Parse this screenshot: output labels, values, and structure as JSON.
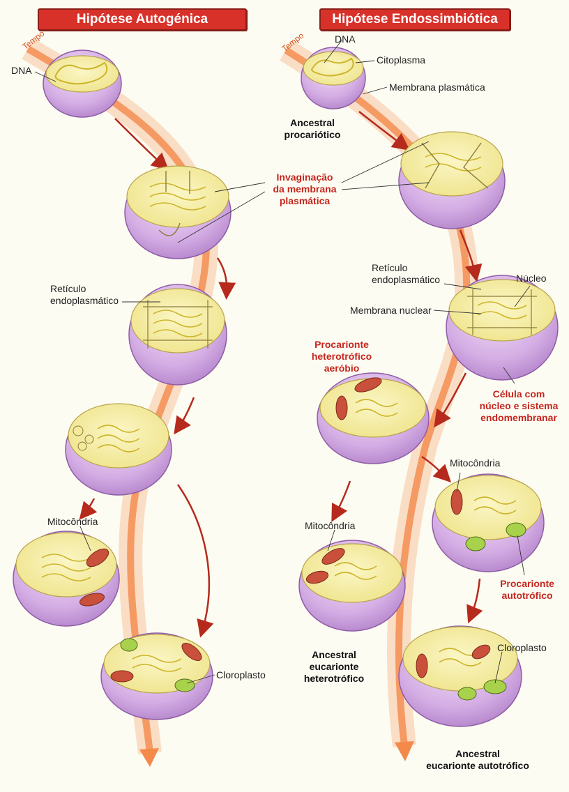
{
  "titles": {
    "left": "Hipótese Autogénica",
    "right": "Hipótese Endossimbiótica"
  },
  "labels": {
    "tempo_left": "Tempo",
    "tempo_right": "Tempo",
    "dna_left": "DNA",
    "dna_right": "DNA",
    "citoplasma": "Citoplasma",
    "membrana_plasmatica": "Membrana plasmática",
    "ancestral_procariotico_1": "Ancestral",
    "ancestral_procariotico_2": "procariótico",
    "invaginacao_1": "Invaginação",
    "invaginacao_2": "da membrana",
    "invaginacao_3": "plasmática",
    "reticulo_left_1": "Retículo",
    "reticulo_left_2": "endoplasmático",
    "reticulo_right_1": "Retículo",
    "reticulo_right_2": "endoplasmático",
    "nucleo": "Núcleo",
    "membrana_nuclear": "Membrana nuclear",
    "proc_hetero_1": "Procarionte",
    "proc_hetero_2": "heterotrófico",
    "proc_hetero_3": "aeróbio",
    "celula_nucleo_1": "Célula com",
    "celula_nucleo_2": "núcleo e sistema",
    "celula_nucleo_3": "endomembranar",
    "mitocondria_left": "Mitocôndria",
    "mitocondria_mid": "Mitocôndria",
    "mitocondria_right": "Mitocôndria",
    "proc_auto_1": "Procarionte",
    "proc_auto_2": "autotrófico",
    "cloroplasto_left": "Cloroplasto",
    "cloroplasto_right": "Cloroplasto",
    "euc_hetero_1": "Ancestral",
    "euc_hetero_2": "eucarionte",
    "euc_hetero_3": "heterotrófico",
    "euc_auto_1": "Ancestral",
    "euc_auto_2": "eucarionte autotrófico"
  },
  "colors": {
    "title_bg": "#d8312a",
    "cytoplasm": "#f7f0a8",
    "membrane_outer": "#d9b6e6",
    "membrane_shadow": "#b98bcf",
    "dna": "#d8c23a",
    "mitochondria": "#c9503a",
    "chloroplast": "#a8d24c",
    "time_band": "#f6a06a",
    "label_red": "#c4261f"
  }
}
